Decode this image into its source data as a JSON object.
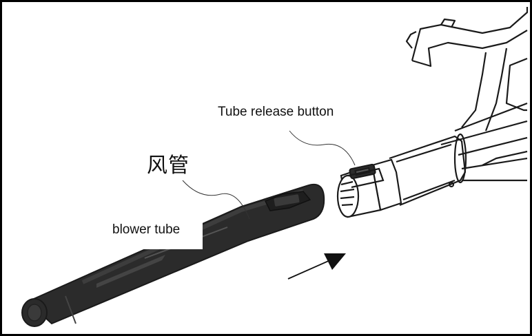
{
  "labels": {
    "release_button": "Tube release button",
    "blower_tube": "blower tube",
    "chinese_name": "风管"
  },
  "colors": {
    "tube_fill": "#2b2b2b",
    "outline": "#1a1a1a",
    "background": "#ffffff"
  },
  "icons": {
    "direction_arrow": "arrow-up-right-icon"
  }
}
